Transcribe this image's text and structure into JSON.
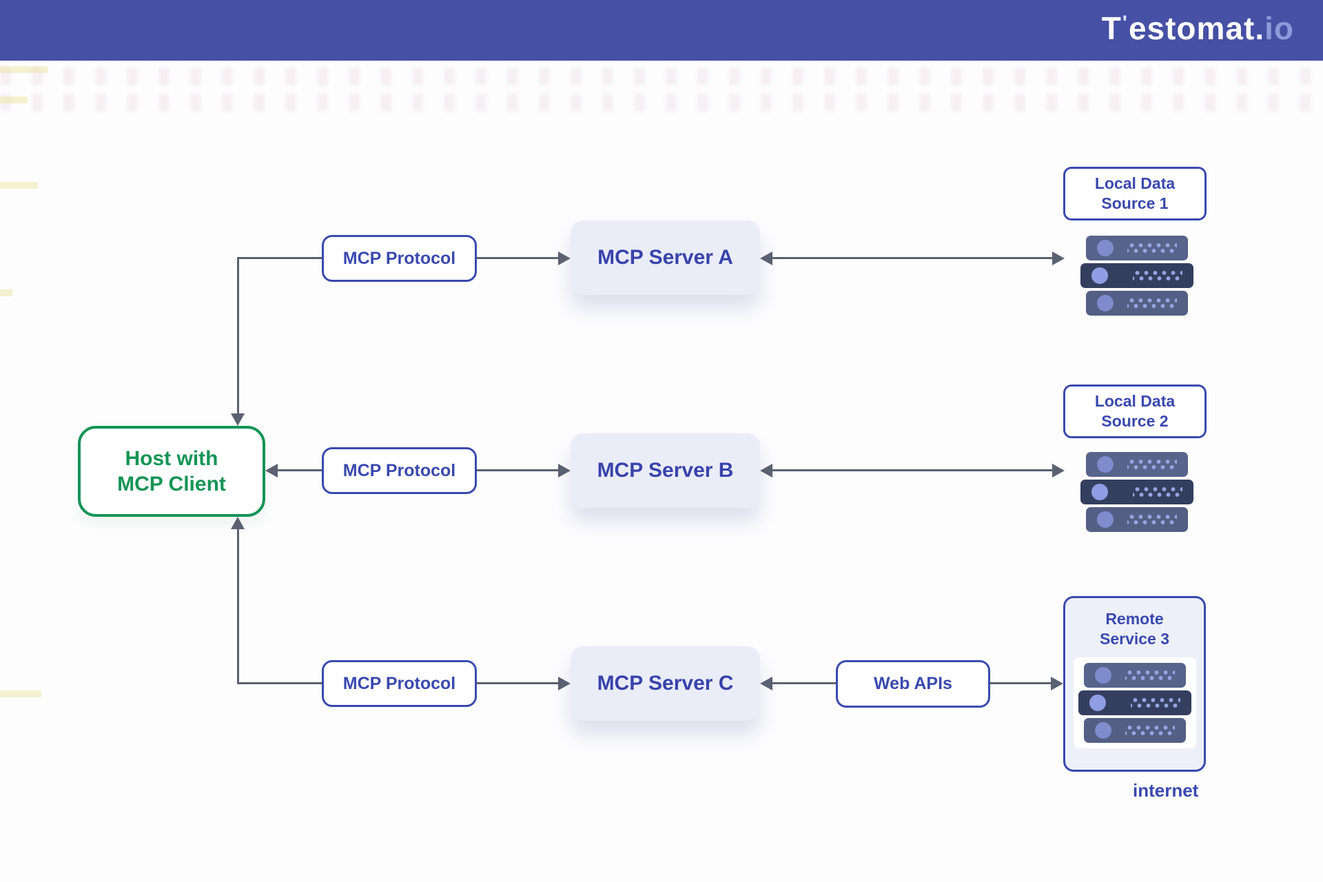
{
  "header": {
    "logo": {
      "t": "T",
      "tick": "'",
      "rest": "estomat.",
      "accent": "io"
    }
  },
  "host": {
    "line1": "Host with",
    "line2": "MCP Client"
  },
  "rows": [
    {
      "protocol": "MCP Protocol",
      "server": "MCP Server A"
    },
    {
      "protocol": "MCP Protocol",
      "server": "MCP Server B"
    },
    {
      "protocol": "MCP Protocol",
      "server": "MCP Server C"
    }
  ],
  "data_sources": [
    {
      "line1": "Local Data",
      "line2": "Source 1"
    },
    {
      "line1": "Local Data",
      "line2": "Source 2"
    }
  ],
  "remote_service": {
    "line1": "Remote",
    "line2": "Service 3"
  },
  "web_apis": {
    "label": "Web APIs"
  },
  "internet_label": "internet",
  "colors": {
    "header_bg": "#4650A5",
    "indigo_accent": "#3A49AE",
    "host_green": "#149455",
    "arrow_gray": "#5A6170",
    "server_box_bg": "#EAECF8",
    "slab": "#57648B",
    "slab_dark": "#343F5F",
    "logo_accent": "#8D9AD9"
  }
}
